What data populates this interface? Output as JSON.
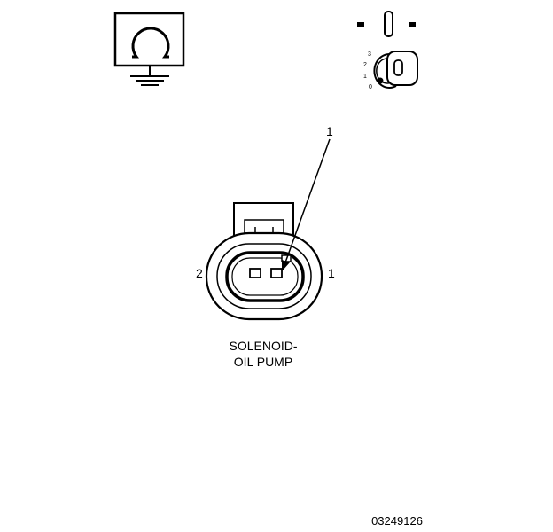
{
  "ignition_switch": {
    "positions": [
      "3",
      "2",
      "1",
      "0"
    ]
  },
  "connector": {
    "callout": "1",
    "pin_left": "2",
    "pin_right": "1",
    "label_line1": "SOLENOID-",
    "label_line2": "OIL PUMP"
  },
  "figure_id": "03249126",
  "icons": {
    "meter": "ohmmeter-symbol-icon",
    "switch": "ignition-key-off-icon"
  }
}
